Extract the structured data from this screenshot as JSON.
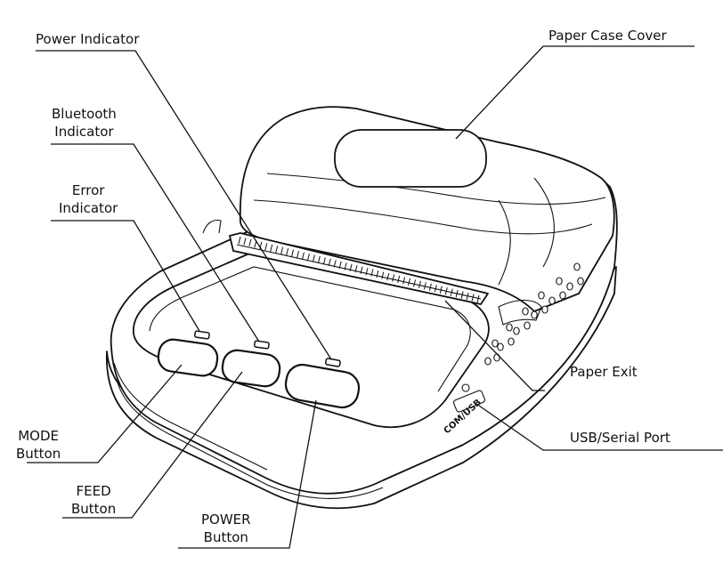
{
  "labels": {
    "power_indicator": "Power Indicator",
    "paper_case_cover": "Paper Case Cover",
    "bluetooth_indicator": [
      "Bluetooth",
      "Indicator"
    ],
    "error_indicator": [
      "Error",
      "Indicator"
    ],
    "paper_exit": "Paper Exit",
    "usb_serial_port": "USB/Serial Port",
    "mode_button": [
      "MODE",
      "Button"
    ],
    "feed_button": [
      "FEED",
      "Button"
    ],
    "power_button": [
      "POWER",
      "Button"
    ]
  },
  "port_marking": "COM/USB",
  "colors": {
    "line": "#111111",
    "background": "#ffffff"
  }
}
